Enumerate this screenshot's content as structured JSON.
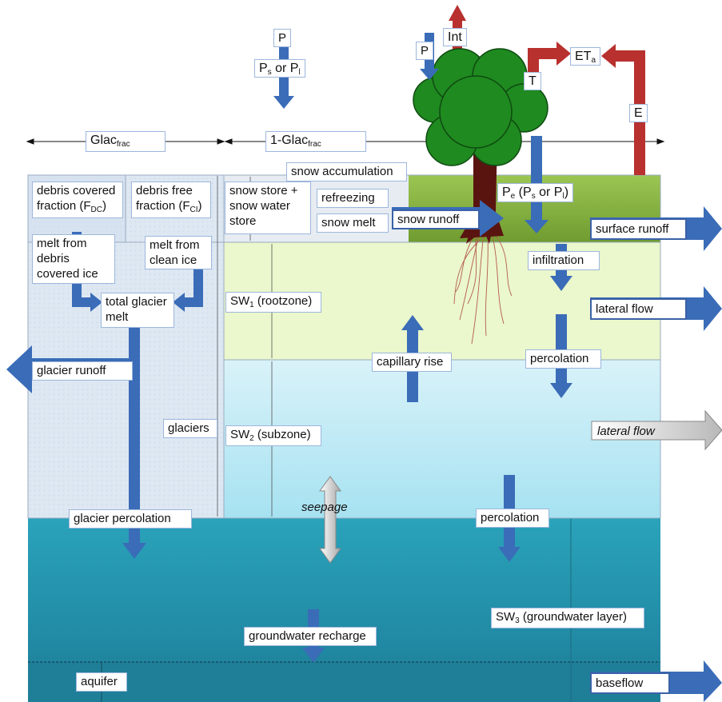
{
  "colors": {
    "glacier_zone": "#dfe8f3",
    "snow_store_zone": "#e9eef4",
    "soil_top_green": "#8db645",
    "rootzone": "#eef7d1",
    "subzone": "#bfe8f4",
    "groundwater": "#2a9fb7",
    "aquifer": "#1e7f9a",
    "blue_arrow": "#3a6cb8",
    "red_arrow": "#b8312f",
    "tree_crown": "#1f8a1f",
    "tree_trunk": "#5a1410"
  },
  "labels": {
    "P_top": "P",
    "Ps_or_Pl": {
      "pre": "P",
      "sub1": "s",
      "mid": " or P",
      "sub2": "l"
    },
    "P_tree": "P",
    "Int": "Int",
    "T": "T",
    "ETa": {
      "pre": "ET",
      "sub": "a"
    },
    "E": "E",
    "glac_frac": {
      "pre": "Glac",
      "sub": "frac"
    },
    "one_minus_glac_frac": {
      "pre": "1-Glac",
      "sub": "frac"
    },
    "snow_accumulation": "snow accumulation",
    "debris_covered_fraction": {
      "line1": "debris covered",
      "line2": "fraction (F",
      "sub": "DC",
      "post": ")"
    },
    "debris_free_fraction": {
      "line1": "debris free",
      "line2": "fraction (F",
      "sub": "CI",
      "post": ")"
    },
    "snow_store": "snow store + snow water store",
    "refreezing": "refreezing",
    "snow_melt": "snow melt",
    "Pe": {
      "pre": "P",
      "sub1": "e",
      "mid": " (P",
      "sub2": "s",
      "mid2": " or P",
      "sub3": "l",
      "post": ")"
    },
    "snow_runoff": "snow runoff",
    "surface_runoff": "surface runoff",
    "melt_from_debris": "melt from debris covered ice",
    "melt_from_clean": "melt from clean ice",
    "infiltration": "infiltration",
    "total_glacier_melt": "total glacier melt",
    "sw1": {
      "pre": "SW",
      "sub": "1",
      "post": " (rootzone)"
    },
    "lateral_flow_1": "lateral flow",
    "glacier_runoff": "glacier runoff",
    "capillary_rise": "capillary rise",
    "percolation_1": "percolation",
    "glaciers": "glaciers",
    "sw2": {
      "pre": "SW",
      "sub": "2",
      "post": " (subzone)"
    },
    "lateral_flow_2": "lateral flow",
    "seepage": "seepage",
    "glacier_percolation": "glacier percolation",
    "percolation_2": "percolation",
    "sw3": {
      "pre": "SW",
      "sub": "3",
      "post": " (groundwater layer)"
    },
    "groundwater_recharge": "groundwater recharge",
    "aquifer": "aquifer",
    "baseflow": "baseflow"
  }
}
